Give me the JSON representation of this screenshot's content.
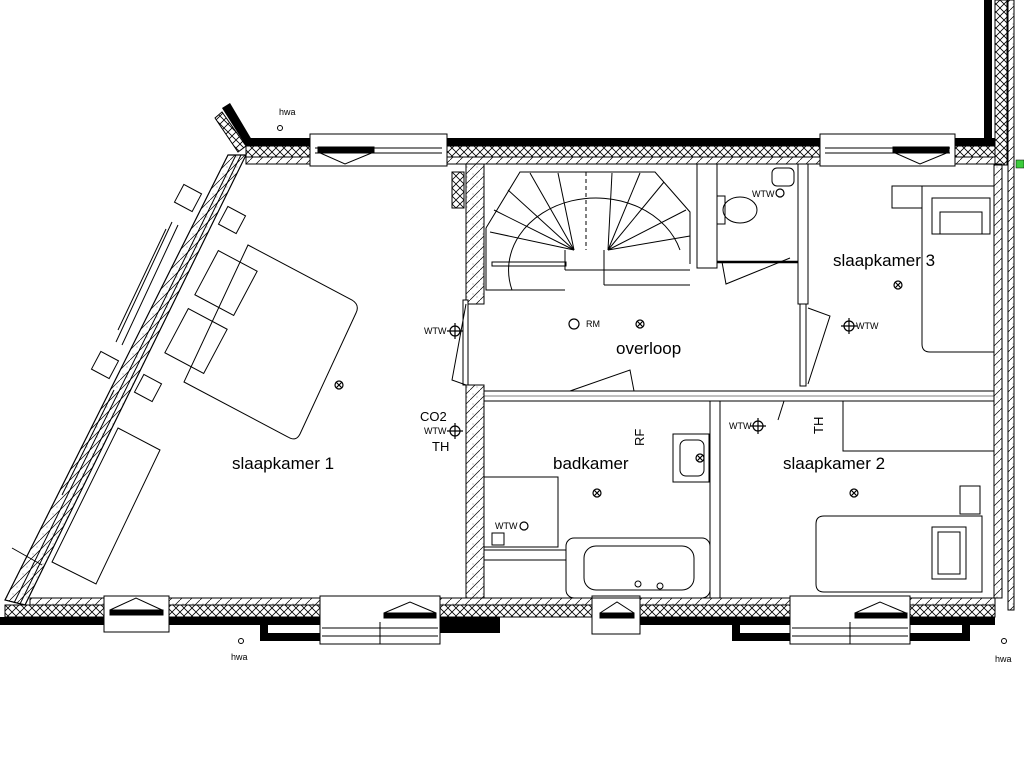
{
  "drawing": {
    "type": "architectural floor plan",
    "level": "upper floor",
    "colors": {
      "line": "#000000",
      "background": "#ffffff",
      "hatch": "#000000",
      "marker_green": "#3ccc3c"
    }
  },
  "rooms": [
    {
      "id": "slaapkamer1",
      "label": "slaapkamer 1"
    },
    {
      "id": "overloop",
      "label": "overloop"
    },
    {
      "id": "badkamer",
      "label": "badkamer"
    },
    {
      "id": "slaapkamer2",
      "label": "slaapkamer 2"
    },
    {
      "id": "slaapkamer3",
      "label": "slaapkamer 3"
    }
  ],
  "symbols": {
    "hwa_top": "hwa",
    "hwa_bottom_left": "hwa",
    "hwa_bottom_right": "hwa",
    "rm": "RM",
    "rf": "RF",
    "co2": "CO2",
    "th_left": "TH",
    "th_right": "TH",
    "wtw_slaapkamer1": "WTW",
    "wtw_overloop_left": "WTW",
    "wtw_toilet": "WTW",
    "wtw_slaapkamer3": "WTW",
    "wtw_slaapkamer2": "WTW",
    "wtw_badkamer": "WTW"
  }
}
